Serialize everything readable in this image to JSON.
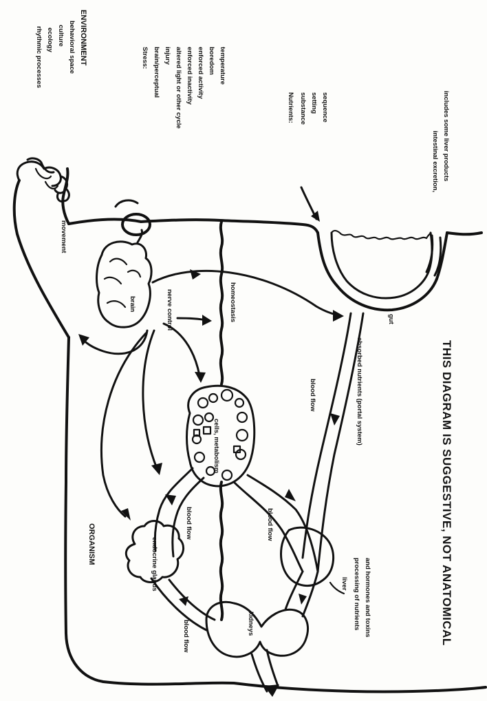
{
  "environment": {
    "title": "ENVIRONMENT",
    "items": [
      "behavioral space",
      "culture",
      "ecology",
      "rhythmic processes"
    ]
  },
  "stress": {
    "title": "Stress:",
    "items": [
      "brain/perceptual",
      "injury",
      "altered light or other cycle",
      "enforced inactivity",
      "enforced activity",
      "boredom",
      "temperature"
    ]
  },
  "nutrients": {
    "title": "Nutrients:",
    "items": [
      "substance",
      "setting",
      "sequence"
    ]
  },
  "excretion": {
    "line1": "intestinal excretion,",
    "line2": "includes some liver products"
  },
  "labels": {
    "movement": "movement",
    "brain": "brain",
    "nerve_control": "nerve control",
    "homeostasis": "homeostasis",
    "gut": "gut",
    "cells_metabolism": "cells, metabolism",
    "blood_flow_portal": "blood flow",
    "absorbed_nutrients": "absorbed nutrients (portal system)",
    "organism": "ORGANISM",
    "blood_flow_endocrine": "blood flow",
    "blood_flow_liver": "blood flow",
    "endocrine_glands": "endocrine glands",
    "liver": "liver",
    "processing_line1": "processing of nutrients",
    "processing_line2": "and hormones and toxins",
    "kidneys": "kidneys",
    "blood_flow_kidneys": "blood flow"
  },
  "caption": "THIS DIAGRAM IS SUGGESTIVE, NOT ANATOMICAL"
}
